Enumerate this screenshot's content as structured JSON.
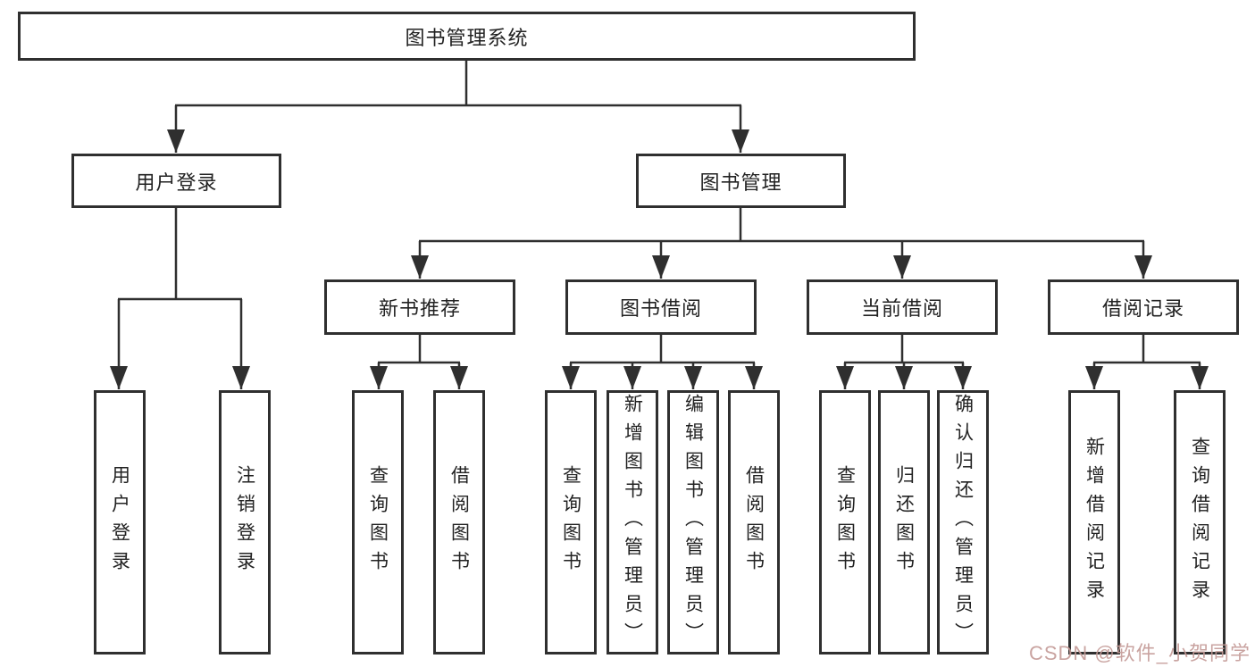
{
  "diagram": {
    "root": {
      "label": "图书管理系统"
    },
    "branches": [
      {
        "label": "用户登录",
        "children": [
          {
            "label": "用户登录"
          },
          {
            "label": "注销登录"
          }
        ]
      },
      {
        "label": "图书管理",
        "children": [
          {
            "label": "新书推荐",
            "children": [
              {
                "label": "查询图书"
              },
              {
                "label": "借阅图书"
              }
            ]
          },
          {
            "label": "图书借阅",
            "children": [
              {
                "label": "查询图书"
              },
              {
                "label": "新增图书（管理员）"
              },
              {
                "label": "编辑图书（管理员）"
              },
              {
                "label": "借阅图书"
              }
            ]
          },
          {
            "label": "当前借阅",
            "children": [
              {
                "label": "查询图书"
              },
              {
                "label": "归还图书"
              },
              {
                "label": "确认归还（管理员）"
              }
            ]
          },
          {
            "label": "借阅记录",
            "children": [
              {
                "label": "新增借阅记录"
              },
              {
                "label": "查询借阅记录"
              }
            ]
          }
        ]
      }
    ]
  },
  "watermark": {
    "text": "CSDN @软件_小贺同学"
  },
  "colors": {
    "background": "#ffffff",
    "box_border": "#2f2f2f",
    "connector": "#2f2f2f",
    "text": "#222222",
    "watermark": "#c49a96"
  }
}
